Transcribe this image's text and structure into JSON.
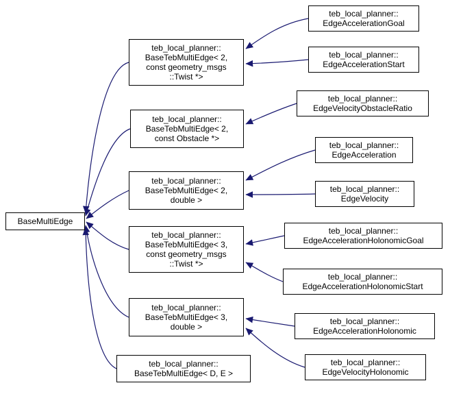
{
  "diagram": {
    "arrow_color": "#191970",
    "base_node": {
      "label": "BaseMultiEdge"
    },
    "template_nodes": [
      {
        "lines": [
          "teb_local_planner::",
          "BaseTebMultiEdge< 2,",
          "const geometry_msgs",
          "::Twist *>"
        ]
      },
      {
        "lines": [
          "teb_local_planner::",
          "BaseTebMultiEdge< 2,",
          "const Obstacle *>"
        ]
      },
      {
        "lines": [
          "teb_local_planner::",
          "BaseTebMultiEdge< 2,",
          "double >"
        ]
      },
      {
        "lines": [
          "teb_local_planner::",
          "BaseTebMultiEdge< 3,",
          "const geometry_msgs",
          "::Twist *>"
        ]
      },
      {
        "lines": [
          "teb_local_planner::",
          "BaseTebMultiEdge< 3,",
          "double >"
        ]
      },
      {
        "lines": [
          "teb_local_planner::",
          "BaseTebMultiEdge< D, E >"
        ]
      }
    ],
    "class_nodes": [
      {
        "lines": [
          "teb_local_planner::",
          "EdgeAccelerationGoal"
        ]
      },
      {
        "lines": [
          "teb_local_planner::",
          "EdgeAccelerationStart"
        ]
      },
      {
        "lines": [
          "teb_local_planner::",
          "EdgeVelocityObstacleRatio"
        ]
      },
      {
        "lines": [
          "teb_local_planner::",
          "EdgeAcceleration"
        ]
      },
      {
        "lines": [
          "teb_local_planner::",
          "EdgeVelocity"
        ]
      },
      {
        "lines": [
          "teb_local_planner::",
          "EdgeAccelerationHolonomicGoal"
        ]
      },
      {
        "lines": [
          "teb_local_planner::",
          "EdgeAccelerationHolonomicStart"
        ]
      },
      {
        "lines": [
          "teb_local_planner::",
          "EdgeAccelerationHolonomic"
        ]
      },
      {
        "lines": [
          "teb_local_planner::",
          "EdgeVelocityHolonomic"
        ]
      }
    ],
    "edges": [
      {
        "derived": "BaseTebMultiEdge< 2, const geometry_msgs::Twist *>",
        "base": "BaseMultiEdge"
      },
      {
        "derived": "BaseTebMultiEdge< 2, const Obstacle *>",
        "base": "BaseMultiEdge"
      },
      {
        "derived": "BaseTebMultiEdge< 2, double >",
        "base": "BaseMultiEdge"
      },
      {
        "derived": "BaseTebMultiEdge< 3, const geometry_msgs::Twist *>",
        "base": "BaseMultiEdge"
      },
      {
        "derived": "BaseTebMultiEdge< 3, double >",
        "base": "BaseMultiEdge"
      },
      {
        "derived": "BaseTebMultiEdge< D, E >",
        "base": "BaseMultiEdge"
      },
      {
        "derived": "EdgeAccelerationGoal",
        "base": "BaseTebMultiEdge< 2, const geometry_msgs::Twist *>"
      },
      {
        "derived": "EdgeAccelerationStart",
        "base": "BaseTebMultiEdge< 2, const geometry_msgs::Twist *>"
      },
      {
        "derived": "EdgeVelocityObstacleRatio",
        "base": "BaseTebMultiEdge< 2, const Obstacle *>"
      },
      {
        "derived": "EdgeAcceleration",
        "base": "BaseTebMultiEdge< 2, double >"
      },
      {
        "derived": "EdgeVelocity",
        "base": "BaseTebMultiEdge< 2, double >"
      },
      {
        "derived": "EdgeAccelerationHolonomicGoal",
        "base": "BaseTebMultiEdge< 3, const geometry_msgs::Twist *>"
      },
      {
        "derived": "EdgeAccelerationHolonomicStart",
        "base": "BaseTebMultiEdge< 3, const geometry_msgs::Twist *>"
      },
      {
        "derived": "EdgeAccelerationHolonomic",
        "base": "BaseTebMultiEdge< 3, double >"
      },
      {
        "derived": "EdgeVelocityHolonomic",
        "base": "BaseTebMultiEdge< 3, double >"
      }
    ]
  }
}
